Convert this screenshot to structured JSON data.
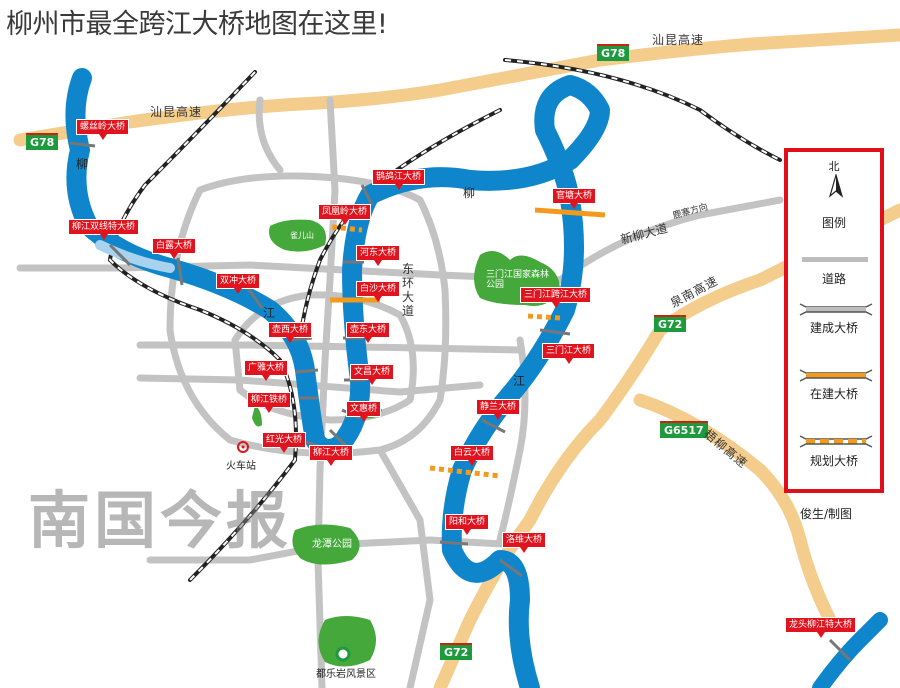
{
  "title": "柳州市最全跨江大桥地图在这里!",
  "highways": {
    "shankun_top": "汕昆高速",
    "shankun_left": "汕昆高速",
    "g78_top": "G78",
    "g78_left": "G78",
    "g72_mid": "G72",
    "g72_bottom": "G72",
    "g6517": "G6517",
    "quannan": "泉南高速",
    "wuliu": "梧柳高速",
    "xinliu": "新柳大道",
    "lurong": "鹿寨方向",
    "donghuan": "东环大道"
  },
  "river_labels": [
    "柳",
    "柳",
    "江",
    "江"
  ],
  "parks": {
    "sanmenjiang": "三门江国家森林公园",
    "longtan": "龙潭公园",
    "dule": "都乐岩风景区",
    "station": "火车站",
    "hill": "雀儿山"
  },
  "bridges": [
    "螺丝岭大桥",
    "柳江双线特大桥",
    "白露大桥",
    "双冲大桥",
    "壶西大桥",
    "广雅大桥",
    "柳江铁桥",
    "红光大桥",
    "柳江大桥",
    "鹊鸪江大桥",
    "凤凰岭大桥",
    "河东大桥",
    "白沙大桥",
    "壶东大桥",
    "文昌大桥",
    "文惠桥",
    "官塘大桥",
    "三门江跨江大桥",
    "三门江大桥",
    "静兰大桥",
    "白云大桥",
    "阳和大桥",
    "洛维大桥",
    "龙头柳江特大桥"
  ],
  "legend": {
    "north": "北",
    "title": "图例",
    "road": "道路",
    "built": "建成大桥",
    "building": "在建大桥",
    "planned": "规划大桥"
  },
  "credit": "俊生/制图",
  "watermark": "南国今报",
  "colors": {
    "river": "#0f86cc",
    "highway": "#f4cc8c",
    "road": "#c0c0c0",
    "bridge_label": "#e0141e",
    "legend_border": "#e0101b",
    "in_construction": "#f39a1d",
    "park": "#3aa636",
    "shield": "#1d9a3b"
  }
}
